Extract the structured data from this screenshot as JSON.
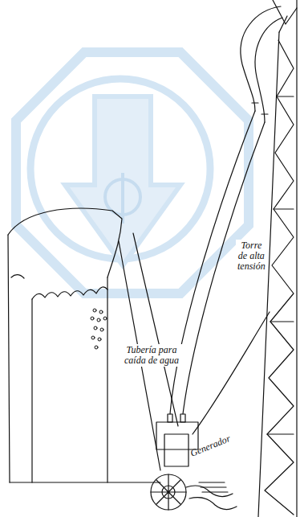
{
  "diagram": {
    "labels": [
      "Torre de alta tensión",
      "Tubería para caída de agua",
      "Generador"
    ]
  }
}
